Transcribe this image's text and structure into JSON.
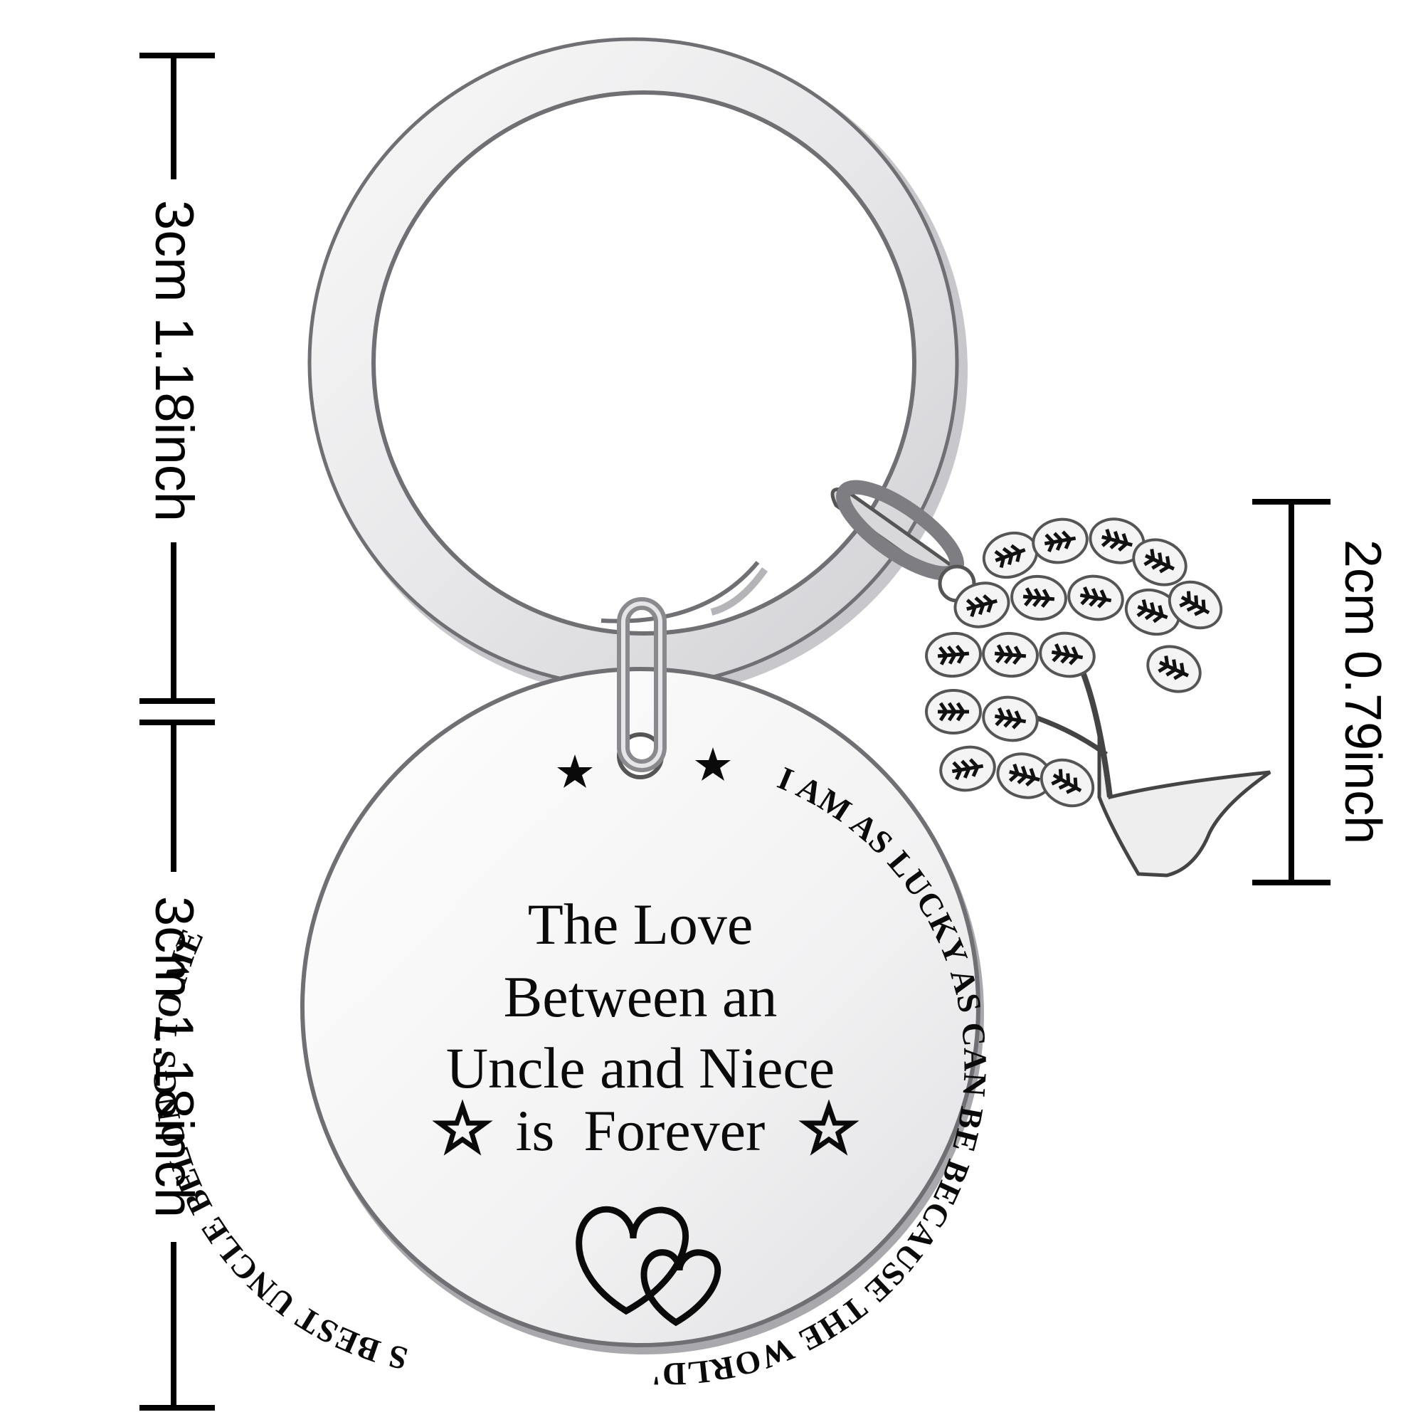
{
  "dimensions": {
    "ring_label": "3cm 1.18inch",
    "tag_label": "3cm 1.18inch",
    "charm_label": "2cm 0.79inch"
  },
  "tag": {
    "line1": "The Love",
    "line2": "Between an",
    "line3": "Uncle and Niece",
    "line4": "is  Forever",
    "circular_left": "S BEST UNCLE BELONGS TO ME",
    "circular_right": "I AM AS LUCKY AS CAN BE BECAUSE THE WORLD'"
  },
  "icons": [
    "star-icon",
    "heart-icon",
    "tree-icon"
  ],
  "colors": {
    "metal": "#e9e9eb",
    "metal_edge": "#9a9a9e",
    "engraving": "#0a0a0a",
    "background": "#ffffff"
  }
}
